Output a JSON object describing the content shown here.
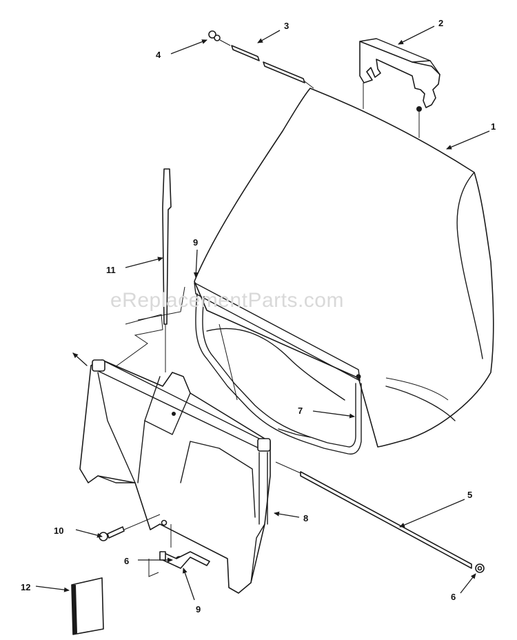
{
  "diagram": {
    "watermark": "eReplacementParts.com",
    "callouts": {
      "c1": "1",
      "c2": "2",
      "c3": "3",
      "c4": "4",
      "c5": "5",
      "c6a": "6",
      "c6b": "6",
      "c7": "7",
      "c8": "8",
      "c9a": "9",
      "c9b": "9",
      "c10": "10",
      "c11": "11",
      "c12": "12"
    }
  }
}
